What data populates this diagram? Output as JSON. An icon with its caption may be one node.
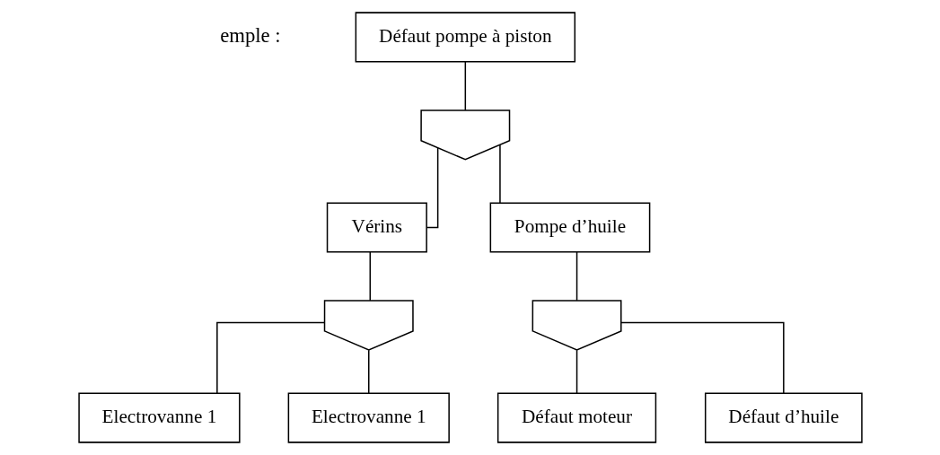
{
  "diagram": {
    "nodes": [
      {
        "text": [
          "Défaut pompe à piston"
        ]
      },
      {
        "text": [],
        "shape": "gate"
      },
      {
        "text": [
          "Vérins"
        ]
      },
      {
        "text": [
          "Pompe d’huile"
        ]
      },
      {
        "text": [],
        "shape": "gate"
      },
      {
        "text": [
          "Electrovanne 1"
        ]
      },
      {
        "text": [
          "Electrovanne 1"
        ]
      },
      {
        "text": [],
        "shape": "gate"
      },
      {
        "text": [
          "Défaut moteur"
        ]
      },
      {
        "text": [
          "Défaut d’huile"
        ]
      }
    ],
    "edges": [
      {
        "from": 0,
        "to": 1,
        "arrow": "none"
      },
      {
        "from": 1,
        "to": 2,
        "arrow": "none"
      },
      {
        "from": 1,
        "to": 3,
        "arrow": "none"
      },
      {
        "from": 2,
        "to": 4,
        "arrow": "none"
      },
      {
        "from": 4,
        "to": 5,
        "arrow": "none"
      },
      {
        "from": 4,
        "to": 6,
        "arrow": "none"
      },
      {
        "from": 3,
        "to": 7,
        "arrow": "none"
      },
      {
        "from": 7,
        "to": 8,
        "arrow": "none"
      },
      {
        "from": 7,
        "to": 9,
        "arrow": "none"
      }
    ],
    "labels": [
      "emple :"
    ]
  }
}
